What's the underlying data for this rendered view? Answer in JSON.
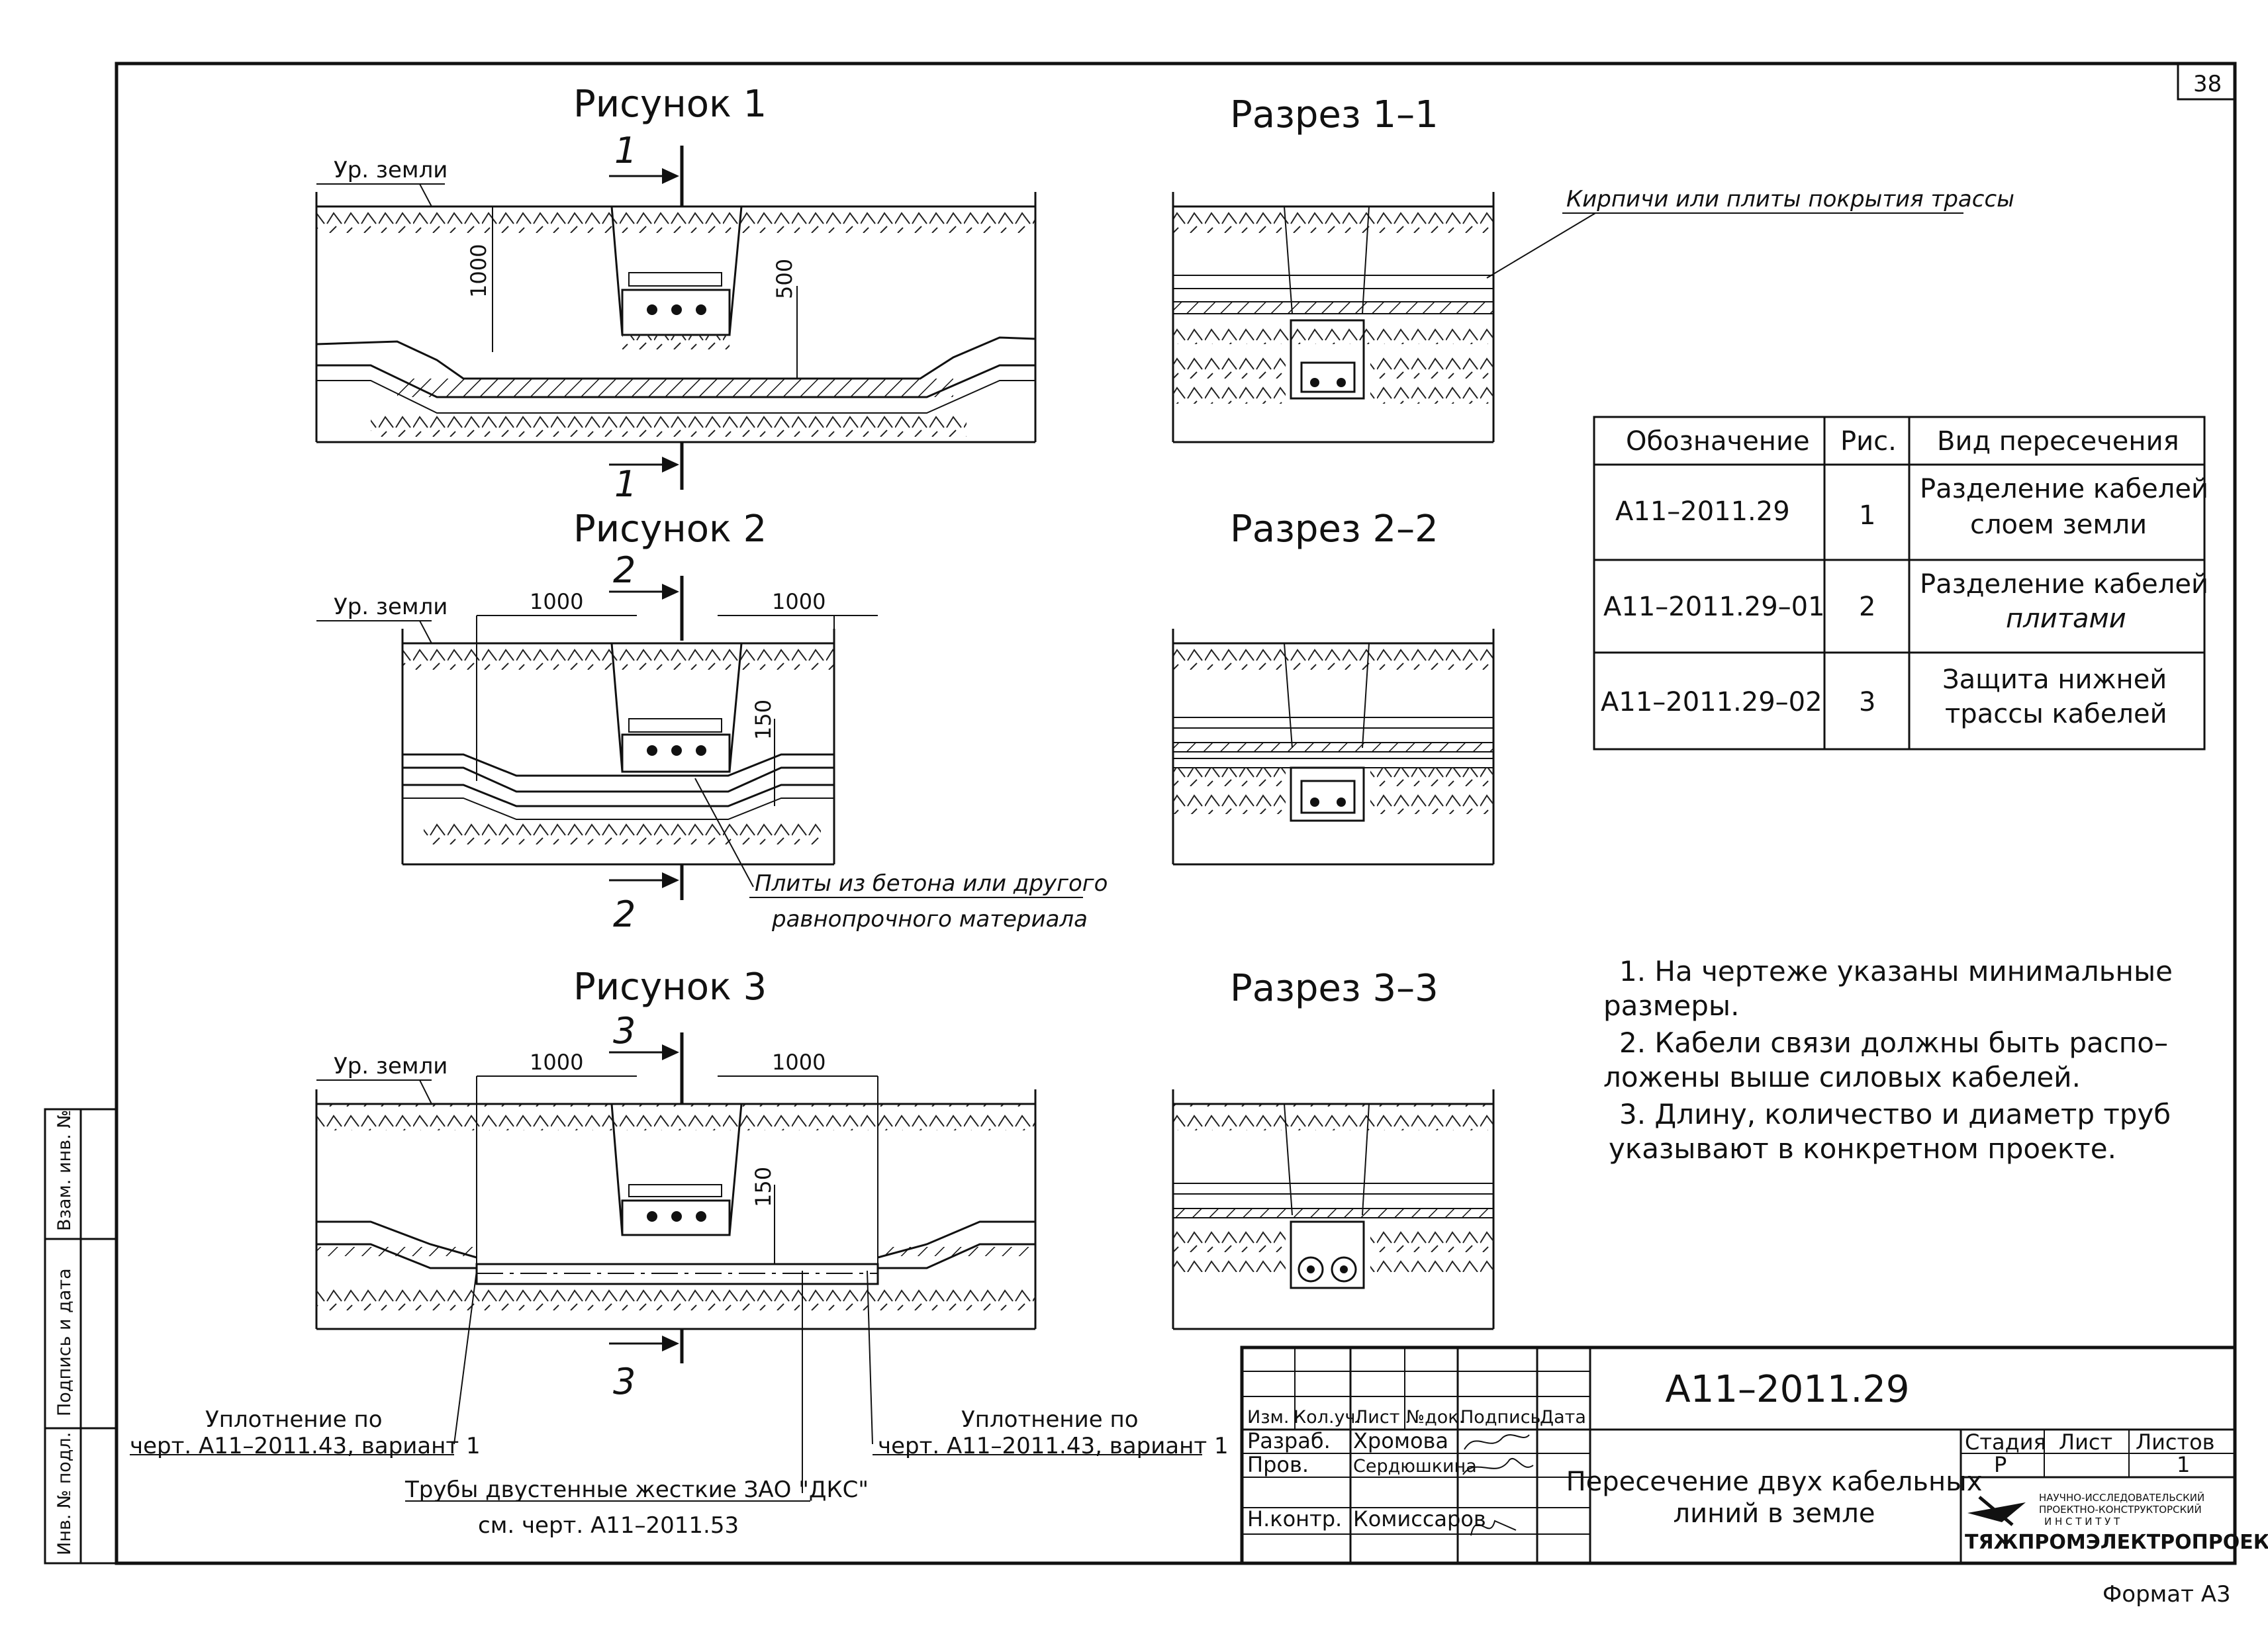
{
  "sheet": {
    "page_number": "38",
    "format": "Формат А3"
  },
  "figures": {
    "fig1": {
      "title": "Рисунок 1",
      "ground": "Ур. земли",
      "dim_depth": "1000",
      "dim_gap": "500",
      "cut": "1"
    },
    "fig2": {
      "title": "Рисунок 2",
      "ground": "Ур. земли",
      "dim_left": "1000",
      "dim_right": "1000",
      "dim_gap": "150",
      "cut": "2",
      "callout_line1": "Плиты из бетона или другого",
      "callout_line2": "равнопрочного материала"
    },
    "fig3": {
      "title": "Рисунок 3",
      "ground": "Ур. земли",
      "dim_left": "1000",
      "dim_right": "1000",
      "dim_gap": "150",
      "cut": "3",
      "seal_left_1": "Уплотнение по",
      "seal_left_2": "черт. А11–2011.43, вариант 1",
      "seal_right_1": "Уплотнение по",
      "seal_right_2": "черт. А11–2011.43, вариант 1",
      "pipes_1": "Трубы двустенные жесткие ЗАО \"ДКС\"",
      "pipes_2": "см. черт. А11–2011.53"
    }
  },
  "sections": {
    "s1": {
      "title": "Разрез 1–1",
      "callout": "Кирпичи или плиты покрытия трассы"
    },
    "s2": {
      "title": "Разрез 2–2"
    },
    "s3": {
      "title": "Разрез 3–3"
    }
  },
  "table": {
    "headers": [
      "Обозначение",
      "Рис.",
      "Вид пересечения"
    ],
    "rows": [
      {
        "code": "А11–2011.29",
        "fig": "1",
        "type1": "Разделение кабелей",
        "type2": "слоем земли"
      },
      {
        "code": "А11–2011.29–01",
        "fig": "2",
        "type1": "Разделение кабелей",
        "type2": "плитами"
      },
      {
        "code": "А11–2011.29–02",
        "fig": "3",
        "type1": "Защита нижней",
        "type2": "трассы кабелей"
      }
    ]
  },
  "notes": [
    {
      "l1": "1. На чертеже указаны минимальные",
      "l2": "размеры."
    },
    {
      "l1": "2. Кабели связи должны быть распо–",
      "l2": "ложены выше силовых кабелей."
    },
    {
      "l1": "3. Длину, количество и диаметр труб",
      "l2": "указывают в конкретном проекте."
    }
  ],
  "side_stamp": [
    "Взам. инв. №",
    "Подпись и дата",
    "Инв. № подл."
  ],
  "title_block": {
    "doc_code": "А11–2011.29",
    "col_headers": [
      "Изм.",
      "Кол.уч.",
      "Лист",
      "№док.",
      "Подпись",
      "Дата"
    ],
    "roles": [
      {
        "role": "Разраб.",
        "name": "Хромова"
      },
      {
        "role": "Пров.",
        "name": "Сердюшкина"
      },
      {
        "role": "Н.контр.",
        "name": "Комиссаров"
      }
    ],
    "doc_title_1": "Пересечение двух кабельных",
    "doc_title_2": "линий в земле",
    "stage_label": "Стадия",
    "sheet_label": "Лист",
    "sheets_label": "Листов",
    "stage": "Р",
    "sheets": "1",
    "org_small_1": "НАУЧНО-ИССЛЕДОВАТЕЛЬСКИЙ",
    "org_small_2": "ПРОЕКТНО-КОНСТРУКТОРСКИЙ",
    "org_small_3": "И Н С Т И Т У Т",
    "org_name": "ТЯЖПРОМЭЛЕКТРОПРОЕКТ"
  }
}
